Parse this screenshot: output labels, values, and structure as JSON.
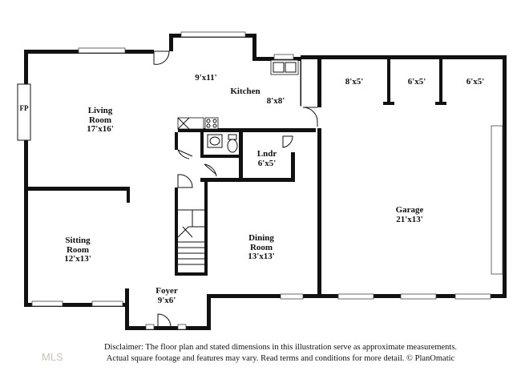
{
  "rooms": [
    {
      "id": "living-room",
      "name_lines": [
        "Living",
        "Room"
      ],
      "dim": "17'x16'"
    },
    {
      "id": "kitchen",
      "name_lines": [
        "Kitchen"
      ],
      "dim": "8'x8'"
    },
    {
      "id": "kitchen-nook",
      "name_lines": [],
      "dim": "9'x11'"
    },
    {
      "id": "laundry",
      "name_lines": [
        "Lndr"
      ],
      "dim": "6'x5'"
    },
    {
      "id": "sitting-room",
      "name_lines": [
        "Sitting",
        "Room"
      ],
      "dim": "12'x13'"
    },
    {
      "id": "dining-room",
      "name_lines": [
        "Dining",
        "Room"
      ],
      "dim": "13'x13'"
    },
    {
      "id": "foyer",
      "name_lines": [
        "Foyer"
      ],
      "dim": "9'x6'"
    },
    {
      "id": "garage",
      "name_lines": [
        "Garage"
      ],
      "dim": "21'x13'"
    },
    {
      "id": "storage-1",
      "name_lines": [],
      "dim": "8'x5'"
    },
    {
      "id": "storage-2",
      "name_lines": [],
      "dim": "6'x5'"
    },
    {
      "id": "storage-3",
      "name_lines": [],
      "dim": "6'x5'"
    }
  ],
  "fireplace_label": "FP",
  "disclaimer": {
    "line1": "Disclaimer: The floor plan and stated dimensions in this illustration serve as approximate measurements.",
    "line2": "Actual square footage and features may vary. Read terms and conditions for more detail. © PlanOmatic"
  },
  "logo_text": "MLS"
}
